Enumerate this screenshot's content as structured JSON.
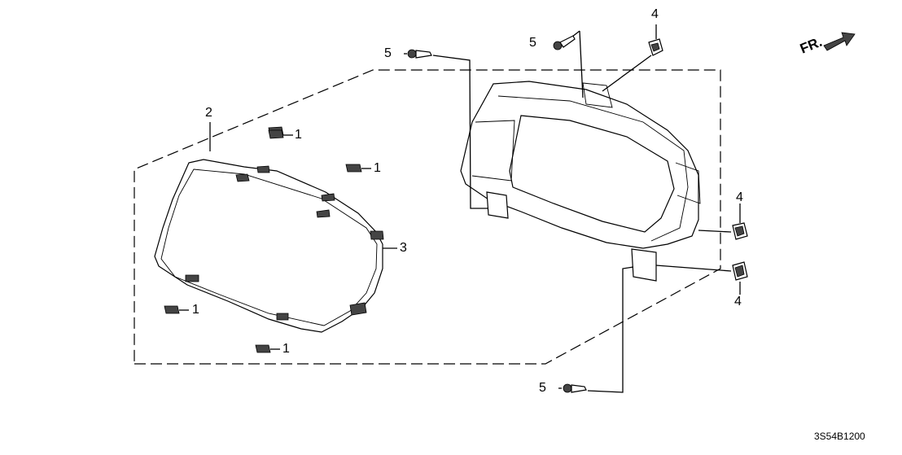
{
  "diagram": {
    "callouts": {
      "c1a": "1",
      "c1b": "1",
      "c1c": "1",
      "c1d": "1",
      "c2": "2",
      "c3": "3",
      "c4a": "4",
      "c4b": "4",
      "c4c": "4",
      "c5a": "5",
      "c5b": "5",
      "c5c": "5"
    },
    "orientation_label": "FR.",
    "drawing_code": "3S54B1200"
  }
}
